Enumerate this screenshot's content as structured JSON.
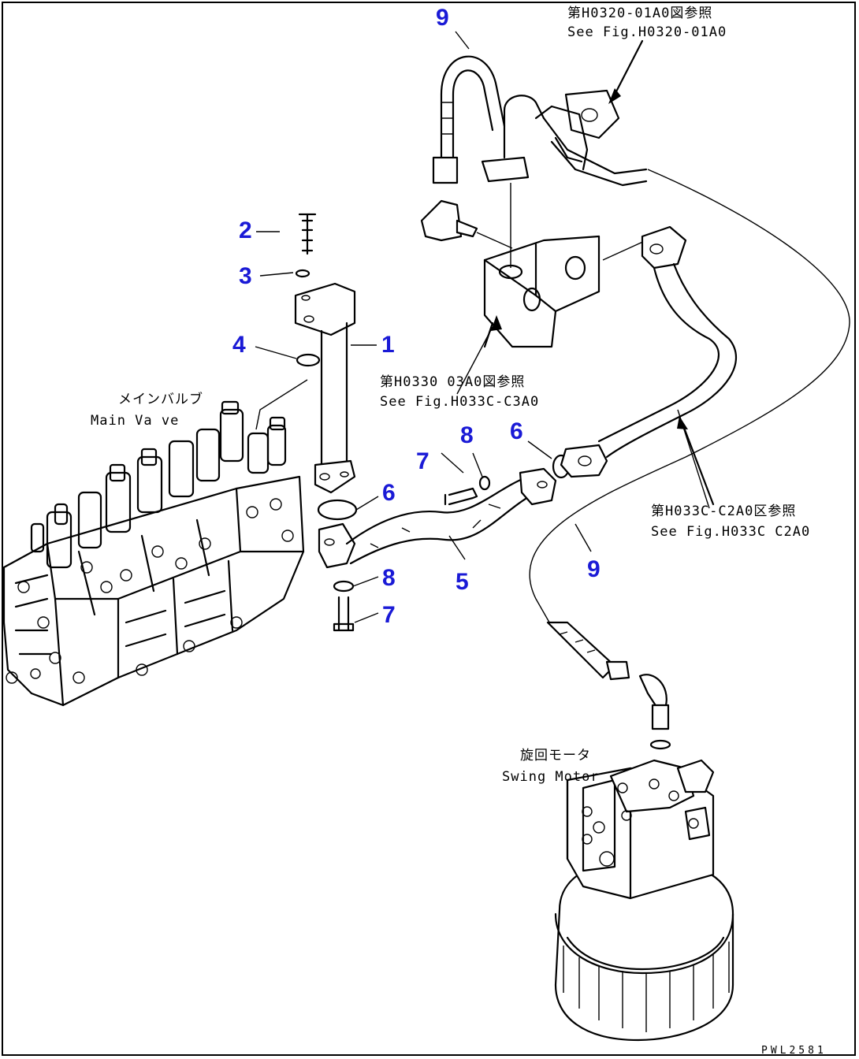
{
  "callouts": [
    {
      "id": "c9a",
      "text": "9"
    },
    {
      "id": "c2",
      "text": "2"
    },
    {
      "id": "c3",
      "text": "3"
    },
    {
      "id": "c4",
      "text": "4"
    },
    {
      "id": "c1",
      "text": "1"
    },
    {
      "id": "c8a",
      "text": "8"
    },
    {
      "id": "c6a",
      "text": "6"
    },
    {
      "id": "c7a",
      "text": "7"
    },
    {
      "id": "c6b",
      "text": "6"
    },
    {
      "id": "c8b",
      "text": "8"
    },
    {
      "id": "c5",
      "text": "5"
    },
    {
      "id": "c7b",
      "text": "7"
    },
    {
      "id": "c9b",
      "text": "9"
    }
  ],
  "references": {
    "ref_top_jp": "第H0320-01A0図参照",
    "ref_top_en": "See Fig.H0320-01A0",
    "ref_mid_jp": "第H0330 03A0図参照",
    "ref_mid_en": "See Fig.H033C-C3A0",
    "ref_right_jp": "第H033C-C2A0区参照",
    "ref_right_en": "See Fig.H033C C2A0"
  },
  "labels": {
    "main_valve_jp": "メインバルブ",
    "main_valve_en": "Main Va ve",
    "swing_motor_jp": "旋回モータ",
    "swing_motor_en": "Swing Motor"
  },
  "footer_code": "PWL2581",
  "colors": {
    "callout": "#1a1ad6",
    "line": "#000000",
    "background": "#ffffff"
  }
}
